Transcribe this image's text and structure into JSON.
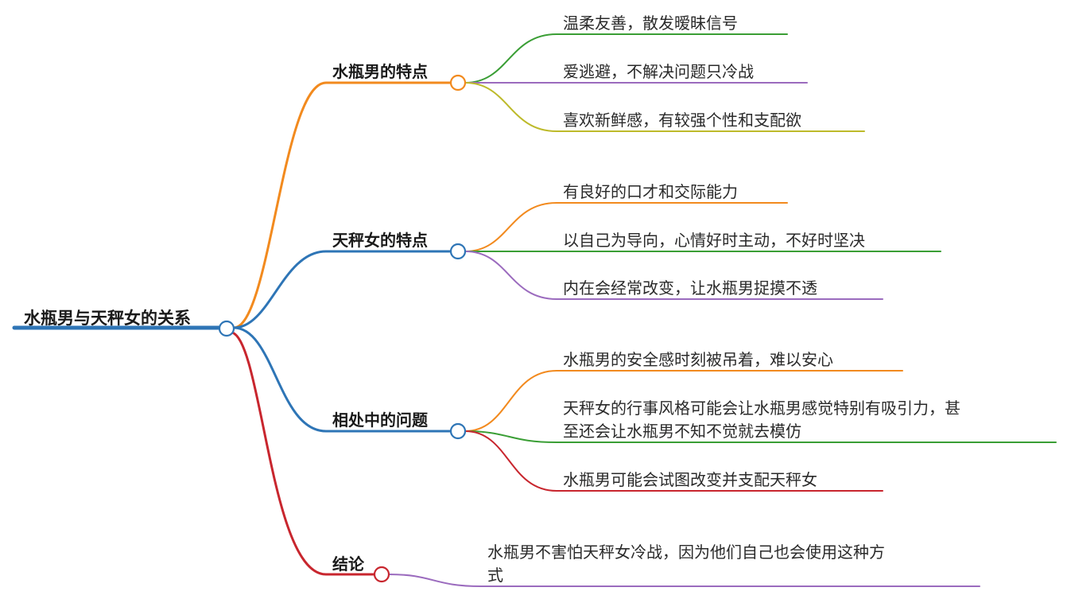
{
  "colors": {
    "orange": "#F28A1E",
    "blue": "#2E75B6",
    "red": "#C8262E",
    "green": "#3A9E35",
    "purple": "#9B6BBE",
    "olive": "#BDBA2A"
  },
  "root": {
    "label": "水瓶男与天秤女的关系"
  },
  "branches": [
    {
      "label": "水瓶男的特点",
      "children": [
        "温柔友善，散发暧昧信号",
        "爱逃避，不解决问题只冷战",
        "喜欢新鲜感，有较强个性和支配欲"
      ]
    },
    {
      "label": "天秤女的特点",
      "children": [
        "有良好的口才和交际能力",
        "以自己为导向，心情好时主动，不好时坚决",
        "内在会经常改变，让水瓶男捉摸不透"
      ]
    },
    {
      "label": "相处中的问题",
      "children": [
        "水瓶男的安全感时刻被吊着，难以安心",
        [
          "天秤女的行事风格可能会让水瓶男感觉特别有吸引力，甚",
          "至还会让水瓶男不知不觉就去模仿"
        ],
        "水瓶男可能会试图改变并支配天秤女"
      ]
    },
    {
      "label": "结论",
      "children": [
        [
          "水瓶男不害怕天秤女冷战，因为他们自己也会使用这种方",
          "式"
        ]
      ]
    }
  ]
}
